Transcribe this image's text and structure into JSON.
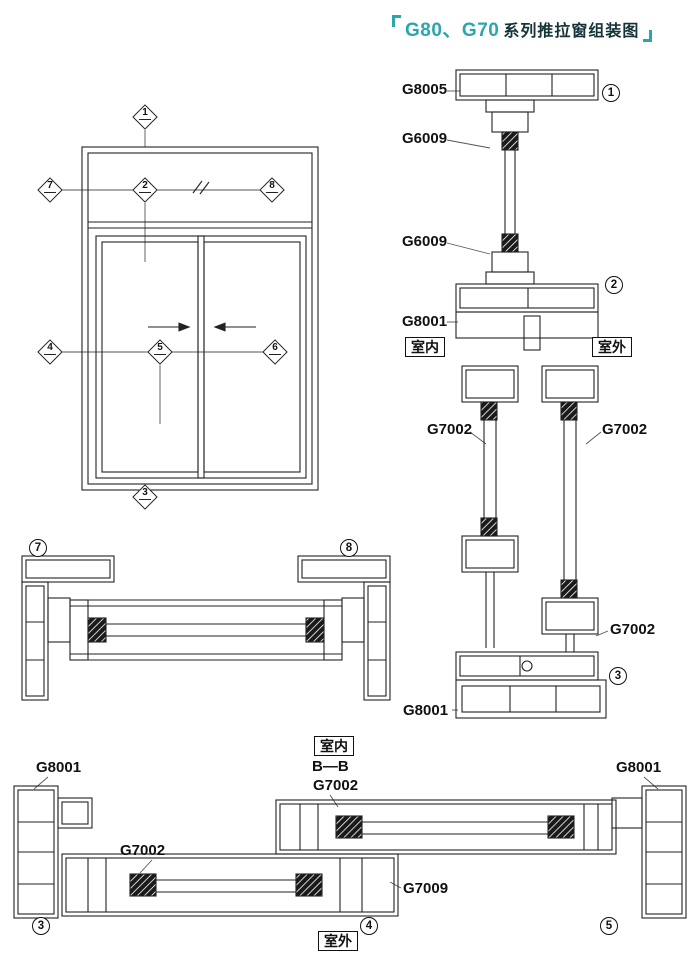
{
  "title": {
    "series": "G80、G70",
    "suffix": "系列推拉窗组装图",
    "accent_color": "#2aa7ad"
  },
  "elevation": {
    "marker_1": "1",
    "marker_2": "2",
    "marker_3": "3",
    "marker_4": "4",
    "marker_5": "5",
    "marker_6": "6",
    "marker_7": "7",
    "marker_8": "8"
  },
  "vertical_section": {
    "g8005": "G8005",
    "g6009_upper": "G6009",
    "g6009_lower": "G6009",
    "g8001_track": "G8001",
    "indoor": "室内",
    "outdoor": "室外",
    "g7002_left": "G7002",
    "g7002_right": "G7002",
    "g7002_bottom": "G7002",
    "g8001_sill": "G8001",
    "circle_1": "1",
    "circle_2": "2",
    "circle_3": "3"
  },
  "horizontal_section_mid": {
    "circle_7": "7",
    "circle_8": "8"
  },
  "horizontal_section_bottom": {
    "g8001_left": "G8001",
    "g8001_right": "G8001",
    "indoor": "室内",
    "section_name": "B—B",
    "g7002_upper": "G7002",
    "g7002_lower": "G7002",
    "g7009": "G7009",
    "outdoor": "室外",
    "circle_3": "3",
    "circle_4": "4",
    "circle_5": "5"
  }
}
